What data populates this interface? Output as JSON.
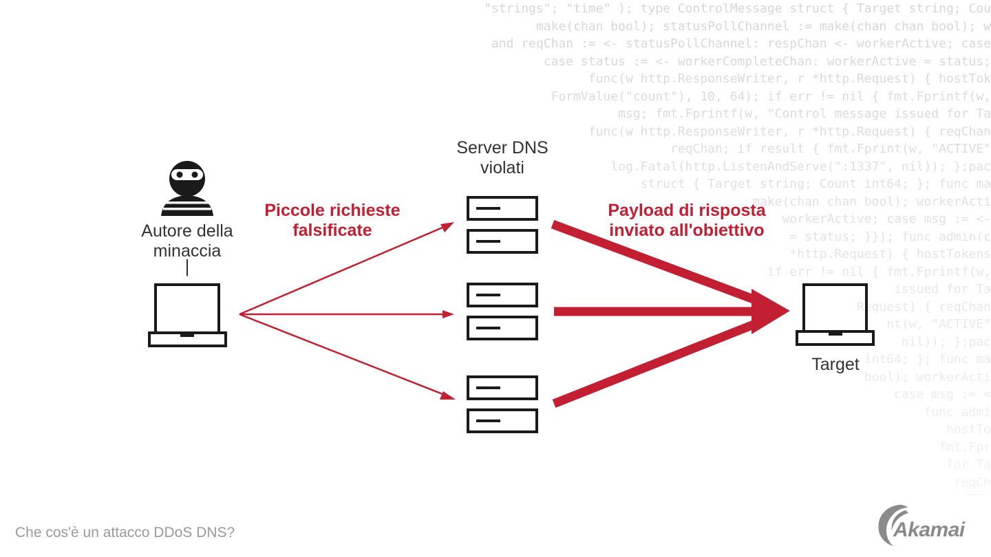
{
  "background_code": [
    "\"strings\"; \"time\" ); type ControlMessage struct { Target string; Cou",
    "make(chan bool); statusPollChannel := make(chan chan bool); w",
    "and reqChan := <- statusPollChannel: respChan <- workerActive; case",
    "case status := <- workerCompleteChan: workerActive = status;",
    "func(w http.ResponseWriter, r *http.Request) { hostTok",
    "FormValue(\"count\"), 10, 64); if err != nil { fmt.Fprintf(w,",
    "msg; fmt.Fprintf(w, \"Control message issued for Ta",
    "func(w http.ResponseWriter, r *http.Request) { reqChan",
    "reqChan; if result { fmt.Fprint(w, \"ACTIVE\"",
    "log.Fatal(http.ListenAndServe(\":1337\", nil)); };pac",
    "struct { Target string; Count int64; }; func ma",
    "make(chan chan bool); workerActi",
    "workerActive; case msg := <-",
    "= status; }}); func admin(c",
    "*http.Request) { hostTokens",
    "if err != nil { fmt.Fprintf(w,",
    "issued for Ta",
    "Request) { reqChan",
    "nt(w, \"ACTIVE\"",
    "nil)); };pac",
    "int64; }; func ma",
    "bool); workerActi",
    "case msg := <",
    "func admi",
    "hostTo",
    "fmt.Fpr",
    "for Ta",
    "reqCh",
    "ACTIV"
  ],
  "attacker": {
    "label": "Autore della minaccia",
    "mark": "|"
  },
  "servers": {
    "label": "Server DNS violati"
  },
  "requests_label": "Piccole richieste falsificate",
  "payload_label": "Payload di risposta inviato all'obiettivo",
  "target": {
    "label": "Target"
  },
  "footer": {
    "title": "Che cos'è un attacco DDoS DNS?"
  },
  "logo": {
    "text": "Akamai"
  },
  "colors": {
    "accent": "#c21f32",
    "dark": "#1a1a1a",
    "text": "#333333",
    "muted": "#9a9a9a"
  }
}
